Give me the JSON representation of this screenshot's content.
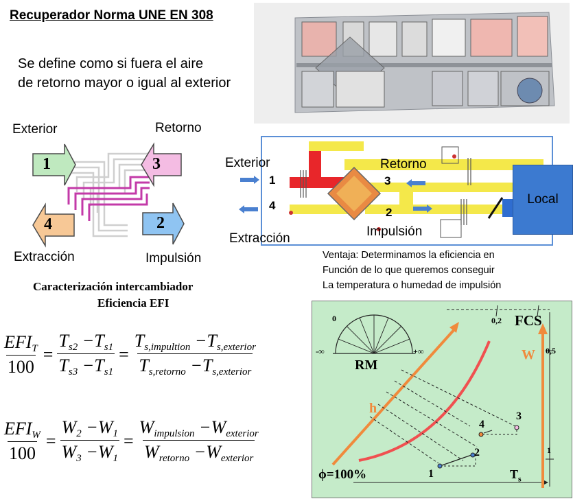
{
  "header": {
    "title": "Recuperador Norma UNE EN 308",
    "intro_line1": "Se define como si fuera el aire",
    "intro_line2": "de retorno mayor o igual al exterior"
  },
  "flow_diagram": {
    "exterior": "Exterior",
    "retorno": "Retorno",
    "extraccion": "Extracción",
    "impulsion": "Impulsión",
    "n1": "1",
    "n2": "2",
    "n3": "3",
    "n4": "4"
  },
  "schematic": {
    "exterior": "Exterior",
    "retorno": "Retorno",
    "extraccion": "Extracción",
    "impulsion": "Impulsión",
    "local": "Local",
    "n1": "1",
    "n2": "2",
    "n3": "3",
    "n4": "4"
  },
  "advantage": {
    "line1": "Ventaja: Determinamos la eficiencia en",
    "line2": "Función de lo que queremos conseguir",
    "line3": "La temperatura o humedad de impulsión"
  },
  "characterization": {
    "line1": "Caracterización intercambiador",
    "line2": "Eficiencia EFI"
  },
  "equations": {
    "efi": "EFI",
    "sub_t": "T",
    "sub_w": "W",
    "hundred": "100",
    "t": "T",
    "w": "W",
    "s1": "s1",
    "s2": "s2",
    "s3": "s3",
    "n1": "1",
    "n2": "2",
    "n3": "3",
    "s_impultion": "s,impultion",
    "s_exterior": "s,exterior",
    "s_retorno": "s,retorno",
    "impulsion": "impulsion",
    "exterior": "exterior",
    "retorno": "retorno"
  },
  "psychrometric": {
    "rm": "RM",
    "zero": "0",
    "minus_inf": "-∞",
    "plus_inf": "+∞",
    "fcs": "FCS",
    "fcs_02": "0,2",
    "fcs_05": "0,5",
    "fcs_1": "1",
    "w": "W",
    "h": "h",
    "phi": "ϕ=100%",
    "ts": "T",
    "ts_sub": "s",
    "p1": "1",
    "p2": "2",
    "p3": "3",
    "p4": "4"
  },
  "colors": {
    "green": "#bfe9bf",
    "pink": "#f4bce3",
    "orange": "#f7c896",
    "blue": "#8fc4f2",
    "magenta": "#c33aa8",
    "accent_orange": "#f08a3c",
    "curve_red": "#f05050",
    "chart_bg": "#c5ebc9",
    "local_blue": "#3c7ad0"
  }
}
